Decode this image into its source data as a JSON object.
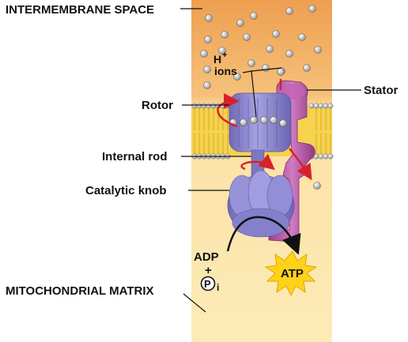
{
  "labels": {
    "intermembrane_space": "INTERMEMBRANE SPACE",
    "h_ions_h": "H",
    "h_ions_plus": "+",
    "h_ions_word": "ions",
    "stator": "Stator",
    "rotor": "Rotor",
    "internal_rod": "Internal rod",
    "catalytic_knob": "Catalytic knob",
    "adp": "ADP",
    "plus": "+",
    "pi_circle": "P",
    "pi_sub": "i",
    "atp": "ATP",
    "mitochondrial_matrix": "MITOCHONDRIAL MATRIX"
  },
  "colors": {
    "intermembrane": "#f2a75a",
    "matrix": "#fde7a8",
    "membrane": "#f7d24a",
    "protein_rotor": "#8c86cf",
    "stator": "#b654a6",
    "arrow_red": "#d8222b",
    "atp_star": "#ffd21a"
  }
}
